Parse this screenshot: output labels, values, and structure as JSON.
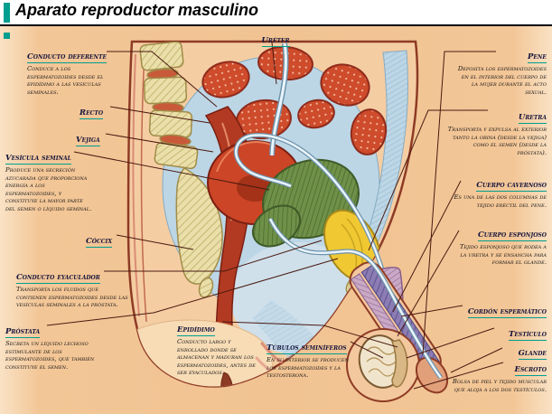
{
  "header": {
    "title": "Aparato reproductor masculino"
  },
  "colors": {
    "accent": "#009E8F",
    "background": "#F3C697",
    "leader_line": "#4A1A10"
  },
  "labels": {
    "ureter": {
      "title": "Uréter"
    },
    "conducto_deferente": {
      "title": "Conducto deferente",
      "desc": "Conduce a los espermatozoides desde el epidídimo a las vesículas seminales."
    },
    "recto": {
      "title": "Recto"
    },
    "vejiga": {
      "title": "Vejiga"
    },
    "vesicula_seminal": {
      "title": "Vesícula seminal",
      "desc": "Produce una secreción azucarada que proporciona energía a los espermatozoides, y constituye la mayor parte del semen o líquido seminal."
    },
    "coccix": {
      "title": "Cóccix"
    },
    "conducto_eyaculador": {
      "title": "Conducto eyaculador",
      "desc": "Transporta los fluidos que contienen espermatozoides desde las vesículas seminales a la próstata."
    },
    "prostata": {
      "title": "Próstata",
      "desc": "Secreta un líquido lechoso estimulante de los espermatozoides, que también constituye el semen."
    },
    "epididimo": {
      "title": "Epidídimo",
      "desc": "Conducto largo y enrollado donde se almacenan y maduran los espermatozoides, antes de ser eyaculados."
    },
    "tubulos_seminiferos": {
      "title": "Túbulos seminíferos",
      "desc": "En su interior se producen los espermatozoides y la testosterona."
    },
    "pene": {
      "title": "Pene",
      "desc": "Deposita los espermatozoides en el interior del cuerpo de la mujer durante el acto sexual."
    },
    "uretra": {
      "title": "Uretra",
      "desc": "Transporta y expulsa al exterior tanto la orina (desde la vejiga) como el semen (desde la próstata)."
    },
    "cuerpo_cavernoso": {
      "title": "Cuerpo cavernoso",
      "desc": "Es una de las dos columnas de tejido eréctil del pene."
    },
    "cuerpo_esponjoso": {
      "title": "Cuerpo esponjoso",
      "desc": "Tejido esponjoso que rodea a la uretra y se ensancha para formar el glande."
    },
    "cordon_espermatico": {
      "title": "Cordón espermático"
    },
    "testiculo": {
      "title": "Testículo"
    },
    "glande": {
      "title": "Glande"
    },
    "escroto": {
      "title": "Escroto",
      "desc": "Bolsa de piel y tejido muscular que aloja a los dos testículos."
    }
  }
}
